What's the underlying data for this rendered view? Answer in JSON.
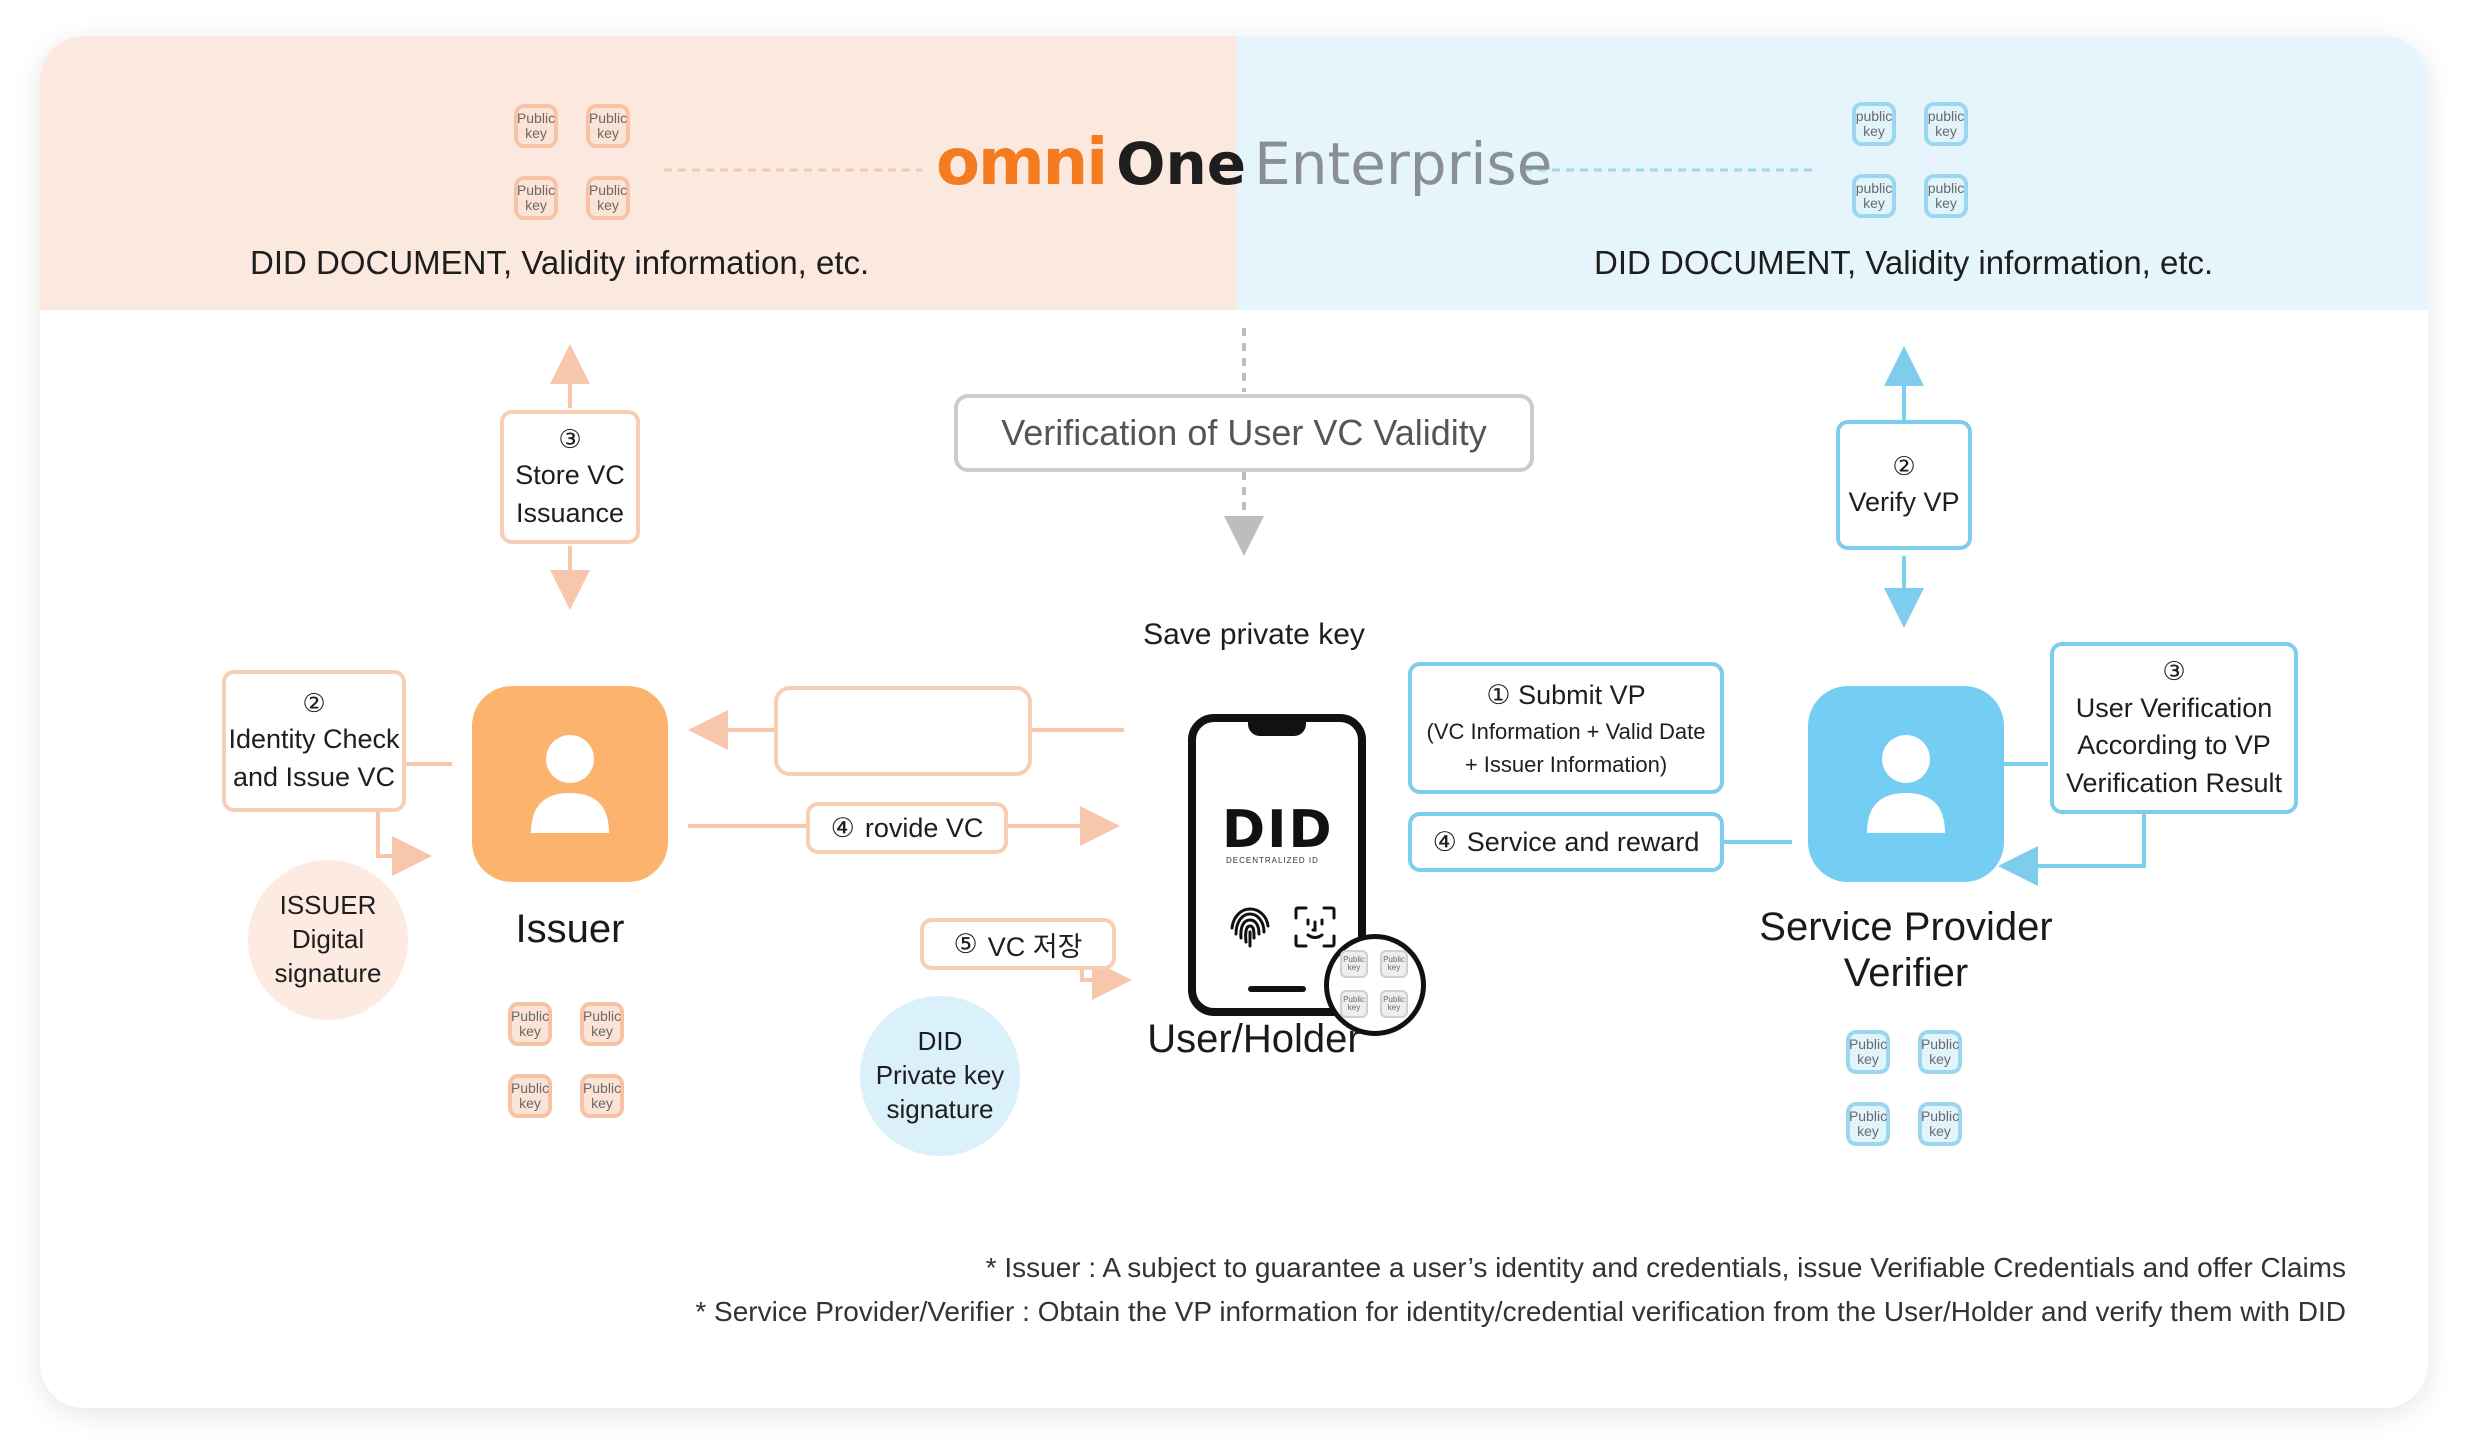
{
  "header": {
    "left_caption": "DID DOCUMENT, Validity information, etc.",
    "right_caption": "DID DOCUMENT, Validity information, etc.",
    "logo": {
      "omni": "omni",
      "one": "One",
      "enterprise": "Enterprise"
    }
  },
  "keys": {
    "public_key": "Public key",
    "public_key_lower": "public key"
  },
  "verification_box": {
    "label": "Verification of User VC Validity"
  },
  "issuer": {
    "label": "Issuer",
    "store_vc": {
      "num": "③",
      "line1": "Store VC",
      "line2": "Issuance"
    },
    "identity_check": {
      "num": "②",
      "line1": "Identity Check",
      "line2": "and Issue VC"
    },
    "signature": {
      "line1": "ISSUER",
      "line2": "Digital",
      "line3": "signature"
    }
  },
  "user_holder": {
    "label": "User/Holder",
    "save_private_key": "Save private key",
    "phone_logo": "DID",
    "phone_logo_sub": "DECENTRALIZED ID",
    "provide_vc": {
      "num": "④",
      "text": "rovide VC"
    },
    "store_vc": {
      "num": "⑤",
      "text": "VC 저장"
    },
    "signature": {
      "line1": "DID",
      "line2": "Private key",
      "line3": "signature"
    }
  },
  "service_provider": {
    "label_line1": "Service Provider",
    "label_line2": "Verifier",
    "verify_vp": {
      "num": "②",
      "text": "Verify VP"
    },
    "submit_vp": {
      "num": "①",
      "title": "Submit VP",
      "line2": "(VC Information + Valid Date",
      "line3": "+ Issuer Information)"
    },
    "service_reward": {
      "num": "④",
      "text": "Service and reward"
    },
    "user_verification": {
      "num": "③",
      "line1": "User Verification",
      "line2": "According to VP",
      "line3": "Verification Result"
    }
  },
  "footnotes": {
    "line1": "* Issuer : A subject to guarantee a user’s identity and credentials, issue Verifiable Credentials and offer Claims",
    "line2": "* Service Provider/Verifier : Obtain the VP information for identity/credential verification from the User/Holder and verify them with DID"
  },
  "colors": {
    "orange_line": "#f8c6ab",
    "blue_line": "#7fcdee",
    "gray_line": "#bdbdbd",
    "issuer_tile": "#fcb36d",
    "sp_tile": "#74cdf2",
    "logo_orange": "#f47b20"
  }
}
